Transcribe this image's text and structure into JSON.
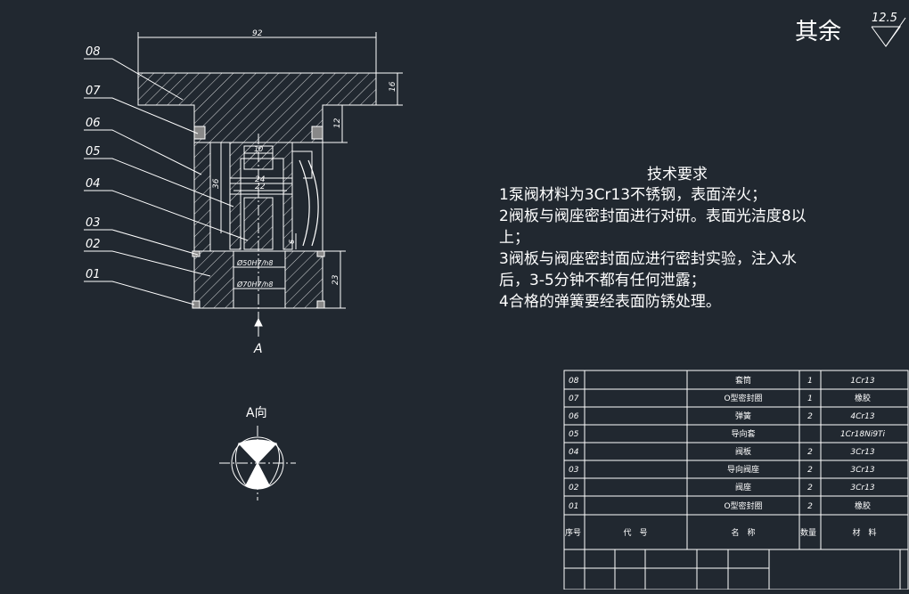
{
  "colors": {
    "background": "#212830",
    "line": "#ffffff",
    "seal": "#cccccc"
  },
  "roughness": {
    "label": "其余",
    "value": "12.5"
  },
  "drawing": {
    "part_labels": [
      "08",
      "07",
      "06",
      "05",
      "04",
      "03",
      "02",
      "01"
    ],
    "dimensions": {
      "top_width": "92",
      "cap_thickness": "16",
      "flange_height": "12",
      "body_height": "36",
      "gap_top": "10",
      "inner_width": "24",
      "inner_gap": "22",
      "seat_height": "23",
      "small_gap": "6",
      "fit_upper": "Ø50H7/h8",
      "fit_lower": "Ø70H7/h8"
    },
    "view_arrow_label": "A",
    "view_a_title": "A向"
  },
  "notes": {
    "title": "技术要求",
    "lines": [
      "1泵阀材料为3Cr13不锈钢，表面淬火；",
      "2阀板与阀座密封面进行对研。表面光洁度8以",
      "上；",
      "3阀板与阀座密封面应进行密封实验，注入水",
      "后，3-5分钟不都有任何泄露；",
      "4合格的弹簧要经表面防锈处理。"
    ]
  },
  "bom": {
    "headers": {
      "seq": "序号",
      "code": "代　号",
      "name": "名　称",
      "qty": "数量",
      "material": "材　料"
    },
    "rows": [
      {
        "seq": "08",
        "code": "",
        "name": "套筒",
        "qty": "1",
        "material": "1Cr13"
      },
      {
        "seq": "07",
        "code": "",
        "name": "O型密封圈",
        "qty": "1",
        "material": "橡胶"
      },
      {
        "seq": "06",
        "code": "",
        "name": "弹簧",
        "qty": "2",
        "material": "4Cr13"
      },
      {
        "seq": "05",
        "code": "",
        "name": "导向套",
        "qty": "",
        "material": "1Cr18Ni9Ti"
      },
      {
        "seq": "04",
        "code": "",
        "name": "阀板",
        "qty": "2",
        "material": "3Cr13"
      },
      {
        "seq": "03",
        "code": "",
        "name": "导向阀座",
        "qty": "2",
        "material": "3Cr13"
      },
      {
        "seq": "02",
        "code": "",
        "name": "阀座",
        "qty": "2",
        "material": "3Cr13"
      },
      {
        "seq": "01",
        "code": "",
        "name": "O型密封圈",
        "qty": "2",
        "material": "橡胶"
      }
    ]
  }
}
